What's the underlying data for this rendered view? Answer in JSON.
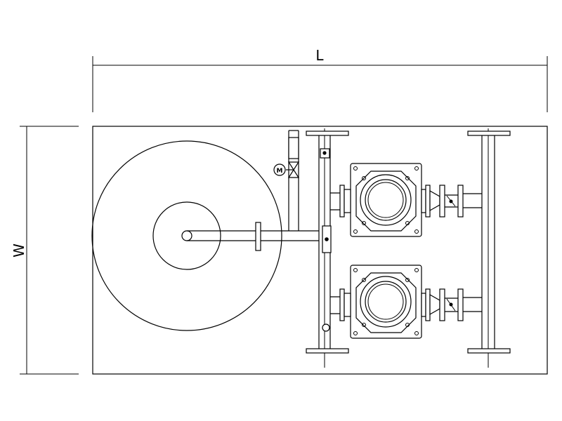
{
  "dimensions": {
    "length_label": "L",
    "width_label": "W"
  },
  "gauge": {
    "symbol": "M"
  },
  "colors": {
    "line": "#000000",
    "background": "#ffffff"
  }
}
